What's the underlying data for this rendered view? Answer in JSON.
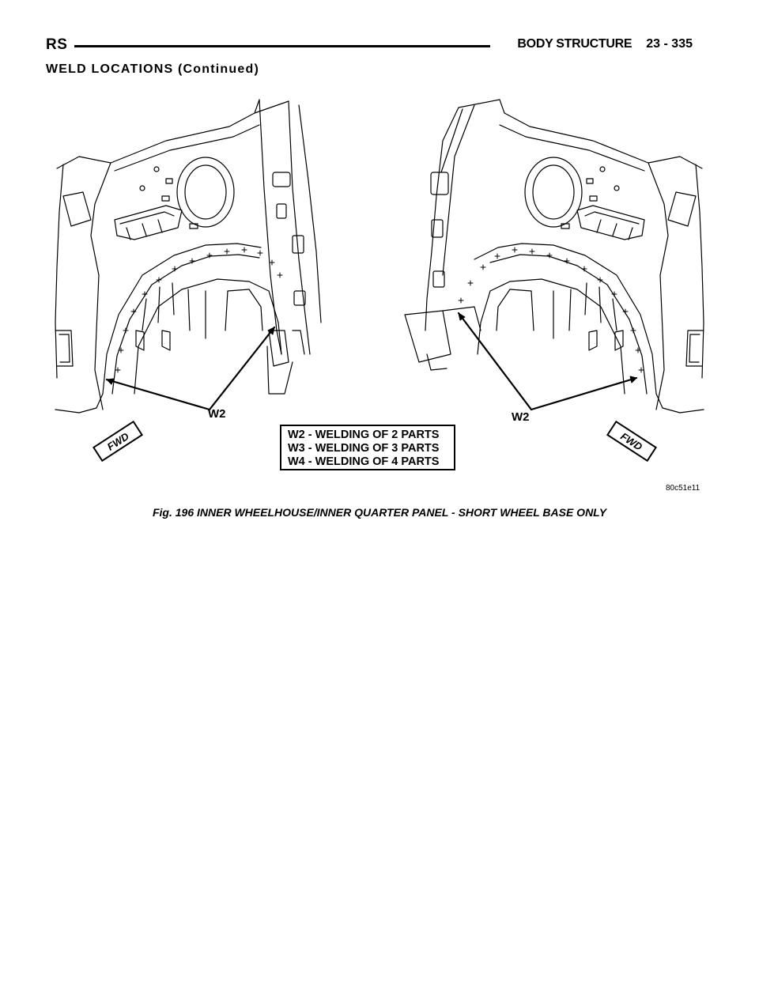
{
  "header": {
    "left": "RS",
    "section": "BODY STRUCTURE",
    "page": "23 - 335"
  },
  "section_title": "WELD LOCATIONS (Continued)",
  "figure": {
    "callout_left": "W2",
    "callout_right": "W2",
    "fwd_left": "FWD",
    "fwd_right": "FWD",
    "legend": [
      "W2 - WELDING OF 2 PARTS",
      "W3 - WELDING OF 3 PARTS",
      "W4 - WELDING OF 4 PARTS"
    ],
    "figure_id": "80c51e11",
    "caption": "Fig. 196 INNER WHEELHOUSE/INNER QUARTER PANEL - SHORT WHEEL BASE ONLY"
  }
}
